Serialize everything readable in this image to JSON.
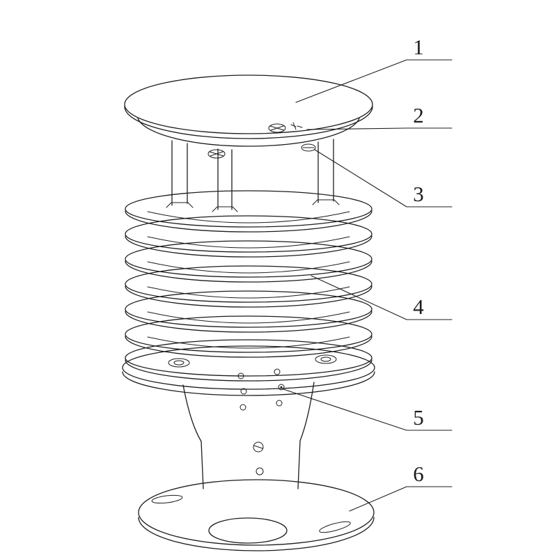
{
  "drawing": {
    "background_color": "#ffffff",
    "line_color": "#1c1c1c",
    "callouts": [
      {
        "label": "1"
      },
      {
        "label": "2"
      },
      {
        "label": "3"
      },
      {
        "label": "4"
      },
      {
        "label": "5"
      },
      {
        "label": "6"
      }
    ]
  }
}
